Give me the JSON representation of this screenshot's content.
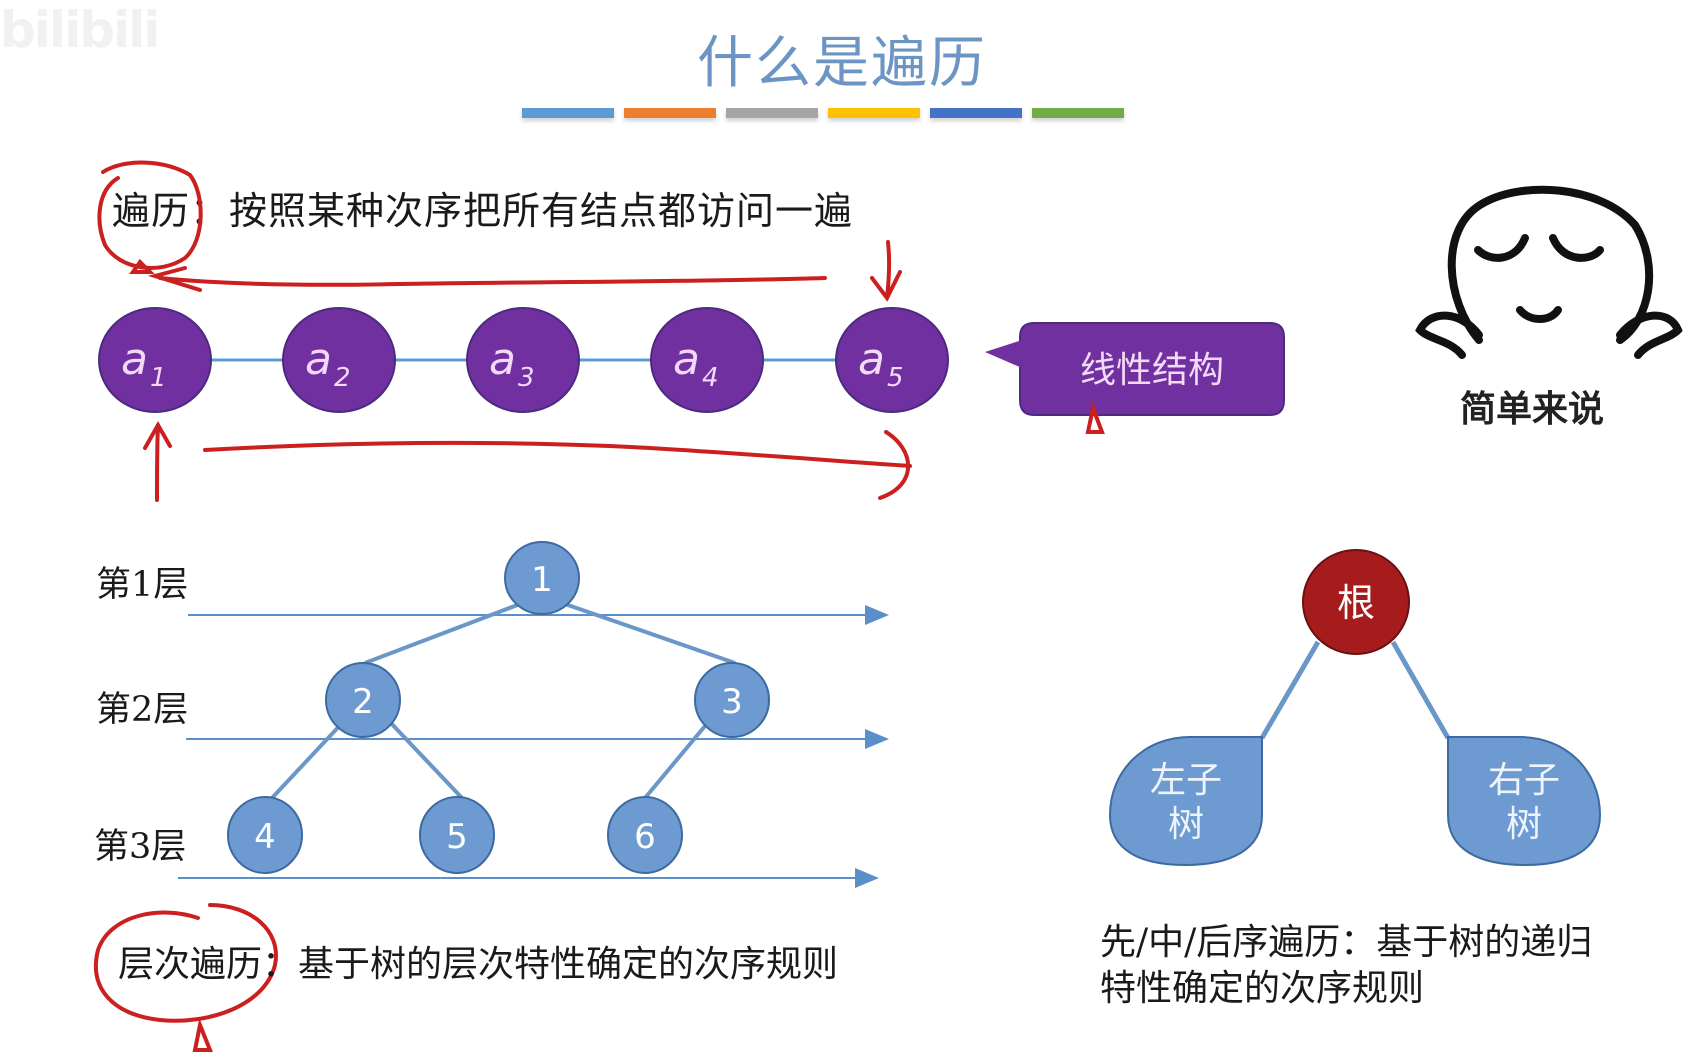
{
  "watermark": "bilibili",
  "title": "什么是遍历",
  "accent_bars": [
    "#5b9bd5",
    "#ed7d31",
    "#a5a5a5",
    "#ffc000",
    "#4472c4",
    "#70ad47"
  ],
  "definition": {
    "term": "遍历",
    "separator": "：",
    "text": "按照某种次序把所有结点都访问一遍"
  },
  "linear": {
    "nodes": [
      {
        "base": "a",
        "sub": "1"
      },
      {
        "base": "a",
        "sub": "2"
      },
      {
        "base": "a",
        "sub": "3"
      },
      {
        "base": "a",
        "sub": "4"
      },
      {
        "base": "a",
        "sub": "5"
      }
    ],
    "callout": "线性结构",
    "node_color": "#7030a0",
    "edge_color": "#5b9bd5"
  },
  "emoji": {
    "caption": "简单来说"
  },
  "level_tree": {
    "levels": [
      "第1层",
      "第2层",
      "第3层"
    ],
    "nodes": [
      "1",
      "2",
      "3",
      "4",
      "5",
      "6"
    ],
    "edges": [
      [
        "1",
        "2"
      ],
      [
        "1",
        "3"
      ],
      [
        "2",
        "4"
      ],
      [
        "2",
        "5"
      ],
      [
        "3",
        "6"
      ]
    ],
    "node_color": "#6d9bd1"
  },
  "level_traversal": {
    "term": "层次遍历",
    "separator": "：",
    "text": "基于树的层次特性确定的次序规则"
  },
  "recursive_tree": {
    "root": "根",
    "left_line1": "左子",
    "left_line2": "树",
    "right_line1": "右子",
    "right_line2": "树",
    "root_color": "#a61c1c",
    "subtree_color": "#6d9bd1"
  },
  "order_traversal": {
    "line1": "先/中/后序遍历：基于树的递归",
    "line2": "特性确定的次序规则"
  },
  "annotation_color": "#cc1f1f"
}
